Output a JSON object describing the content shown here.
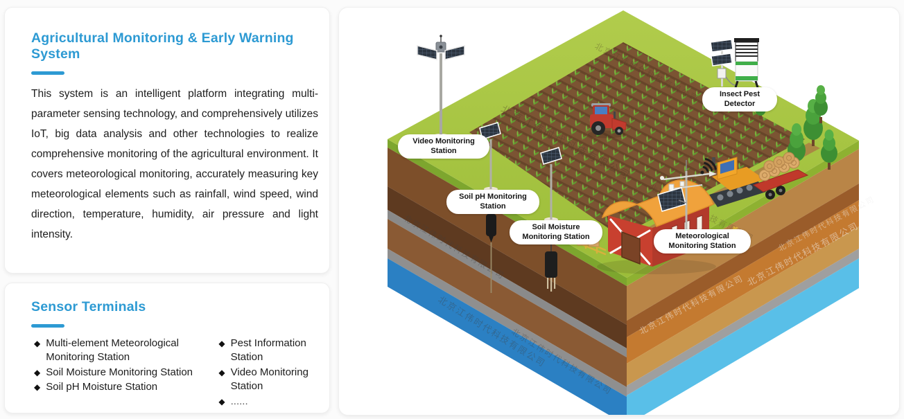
{
  "theme": {
    "accent": "#2d9ad3",
    "text_color": "#1d1d1d",
    "card_bg": "#ffffff",
    "grass_green": "#a5c340",
    "field_brown": "#7b5433",
    "water_left": "#2b80c3",
    "water_right": "#59bfe8"
  },
  "intro_card": {
    "title": "Agricultural Monitoring & Early Warning System",
    "body": "This system is an intelligent platform integrating multi-parameter sensing technology, and comprehensively utilizes IoT, big data analysis and other technologies to realize comprehensive monitoring of the agricultural environment. It covers meteorological monitoring, accurately measuring key meteorological elements such as rainfall, wind speed, wind direction, temperature, humidity, air pressure and light intensity."
  },
  "sensor_card": {
    "title": "Sensor Terminals",
    "bullet": "◆",
    "col1": [
      "Multi-element Meteorological Monitoring Station",
      "Soil Moisture Monitoring Station",
      "Soil pH Moisture Station"
    ],
    "col2": [
      "Pest Information Station",
      "Video Monitoring Station",
      "......"
    ]
  },
  "illustration": {
    "watermark": "北京江伟时代科技有限公司",
    "labels": {
      "video": {
        "line1": "Video Monitoring",
        "line2": "Station"
      },
      "soil_ph": {
        "line1": "Soil pH Monitoring",
        "line2": "Station"
      },
      "soil_moisture": {
        "line1": "Soil Moisture",
        "line2": "Monitoring Station"
      },
      "meteorological": {
        "line1": "Meteorological",
        "line2": "Monitoring Station"
      },
      "insect": {
        "line1": "Insect Pest",
        "line2": "Detector"
      }
    }
  }
}
